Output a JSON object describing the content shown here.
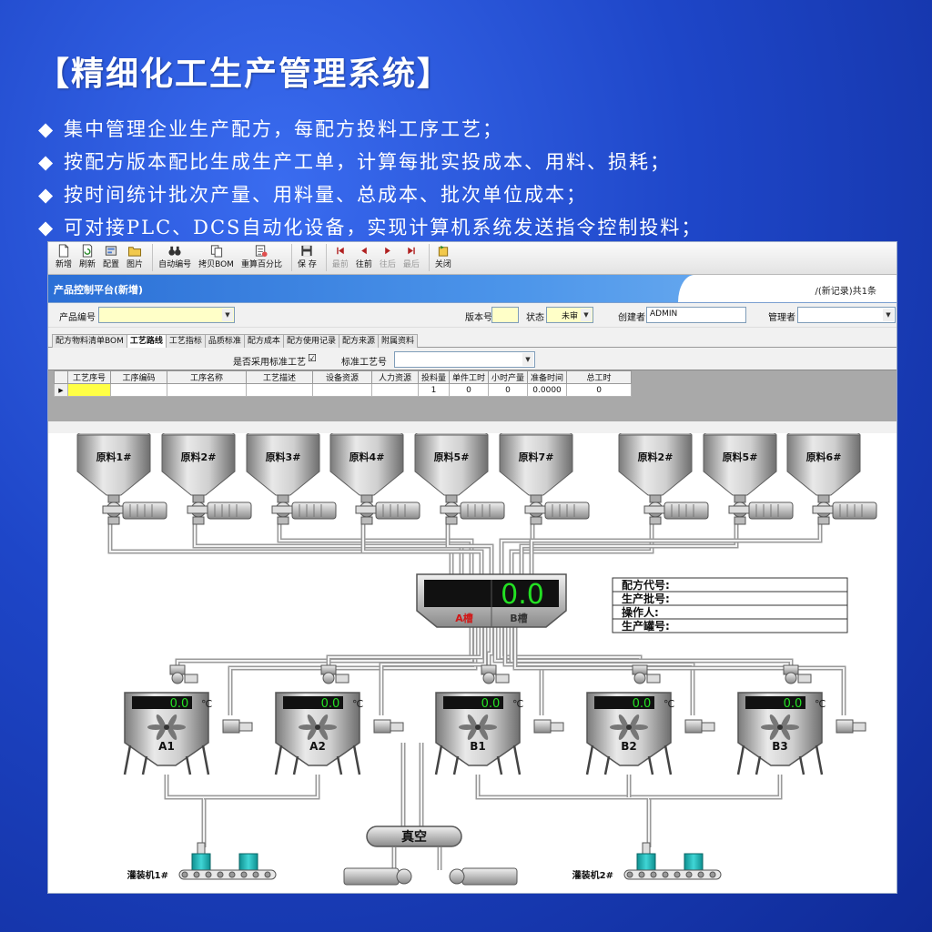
{
  "slide": {
    "title": "【精细化工生产管理系统】",
    "bullets": [
      "集中管理企业生产配方，每配方投料工序工艺；",
      "按配方版本配比生成生产工单，计算每批实投成本、用料、损耗；",
      "按时间统计批次产量、用料量、总成本、批次单位成本；",
      "可对接PLC、DCS自动化设备，实现计算机系统发送指令控制投料；"
    ],
    "bullet_symbol": "◆"
  },
  "toolbar": {
    "buttons": [
      {
        "label": "新增",
        "icon": "new-doc-icon"
      },
      {
        "label": "刷新",
        "icon": "refresh-icon"
      },
      {
        "label": "配置",
        "icon": "config-icon"
      },
      {
        "label": "图片",
        "icon": "picture-icon"
      },
      {
        "label": "自动编号",
        "icon": "binoculars-icon"
      },
      {
        "label": "拷贝BOM",
        "icon": "copy-icon"
      },
      {
        "label": "重算百分比",
        "icon": "recalc-icon"
      },
      {
        "label": "保 存",
        "icon": "save-icon"
      },
      {
        "label": "最前",
        "icon": "first-icon"
      },
      {
        "label": "往前",
        "icon": "prev-icon"
      },
      {
        "label": "往后",
        "icon": "next-icon"
      },
      {
        "label": "最后",
        "icon": "last-icon"
      },
      {
        "label": "关闭",
        "icon": "close-icon"
      }
    ]
  },
  "panel": {
    "title": "产品控制平台(新增)",
    "record_info": "/(新记录)共1条"
  },
  "form": {
    "product_code_label": "产品编号",
    "product_code_value": "",
    "version_label": "版本号",
    "version_value": "",
    "status_label": "状态",
    "status_value": "未审",
    "creator_label": "创建者",
    "creator_value": "ADMIN",
    "manager_label": "管理者",
    "manager_value": ""
  },
  "tabs": [
    "配方物料清单BOM",
    "工艺路线",
    "工艺指标",
    "品质标准",
    "配方成本",
    "配方使用记录",
    "配方来源",
    "附属资料"
  ],
  "active_tab_index": 1,
  "route": {
    "use_standard_label": "是否采用标准工艺",
    "use_standard_checked": true,
    "standard_code_label": "标准工艺号",
    "standard_code_value": ""
  },
  "grid": {
    "columns": [
      "工艺序号",
      "工序编码",
      "工序名称",
      "工艺描述",
      "设备资源",
      "人力资源",
      "投料量",
      "单件工时",
      "小时产量",
      "准备时间",
      "总工时"
    ],
    "rows": [
      [
        "",
        "",
        "",
        "",
        "",
        "",
        "1",
        "0",
        "0",
        "0.0000",
        "0"
      ]
    ]
  },
  "diagram": {
    "hoppers": [
      "原料1#",
      "原料2#",
      "原料3#",
      "原料4#",
      "原料5#",
      "原料7#",
      "原料2#",
      "原料5#",
      "原料6#"
    ],
    "scale": {
      "reading": "0.0",
      "tank_a": "A槽",
      "tank_b": "B槽"
    },
    "info_labels": [
      "配方代号:",
      "生产批号:",
      "操作人:",
      "生产罐号:"
    ],
    "reactors": [
      {
        "name": "A1",
        "temp": "0.0",
        "unit": "℃"
      },
      {
        "name": "A2",
        "temp": "0.0",
        "unit": "℃"
      },
      {
        "name": "B1",
        "temp": "0.0",
        "unit": "℃"
      },
      {
        "name": "B2",
        "temp": "0.0",
        "unit": "℃"
      },
      {
        "name": "B3",
        "temp": "0.0",
        "unit": "℃"
      }
    ],
    "vacuum_label": "真空",
    "filling": [
      "灌装机1#",
      "灌装机2#"
    ]
  }
}
